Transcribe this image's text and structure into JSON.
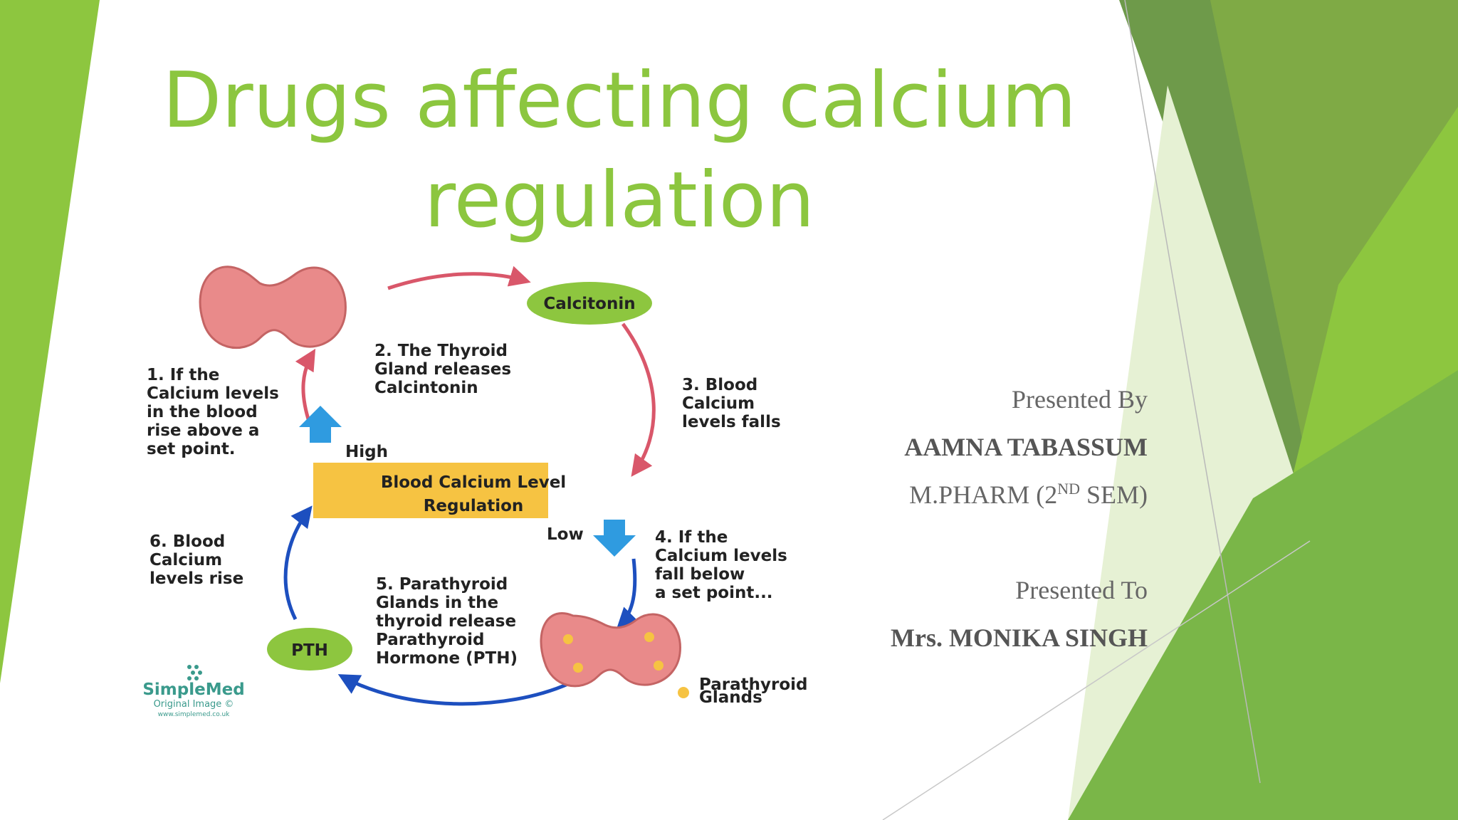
{
  "slide": {
    "title_line1": "Drugs affecting calcium",
    "title_line2": "regulation"
  },
  "presenter": {
    "by_label": "Presented By",
    "name": "AAMNA TABASSUM",
    "course_prefix": "M.PHARM (2",
    "course_sup": "ND",
    "course_suffix": " SEM)",
    "to_label": "Presented To",
    "to_name": "Mrs. MONIKA SINGH"
  },
  "diagram": {
    "calcitonin": "Calcitonin",
    "pth": "PTH",
    "high": "High",
    "low": "Low",
    "center_line1": "Blood Calcium Level",
    "center_line2": "Regulation",
    "step1": [
      "1. If the",
      "Calcium levels",
      "in the blood",
      "rise above a",
      "set point."
    ],
    "step2": [
      "2. The Thyroid",
      "Gland releases",
      "Calcintonin"
    ],
    "step3": [
      "3. Blood",
      "Calcium",
      "levels falls"
    ],
    "step4": [
      "4. If the",
      "Calcium levels",
      "fall below",
      "a set point..."
    ],
    "step5": [
      "5. Parathyroid",
      "Glands in the",
      "thyroid release",
      "Parathyroid",
      "Hormone (PTH)"
    ],
    "step6": [
      "6. Blood",
      "Calcium",
      "levels rise"
    ],
    "legend_line1": "Parathyroid",
    "legend_line2": "Glands",
    "logo_name": "SimpleMed",
    "logo_sub": "Original Image ©",
    "logo_url": "www.simplemed.co.uk"
  },
  "colors": {
    "accent_green": "#8cc63f",
    "calcitonin_green": "#8dc63f",
    "center_box": "#f6c342",
    "arrow_red": "#d9576a",
    "arrow_blue": "#1d4fbf",
    "up_arrow": "#2f9be0"
  }
}
